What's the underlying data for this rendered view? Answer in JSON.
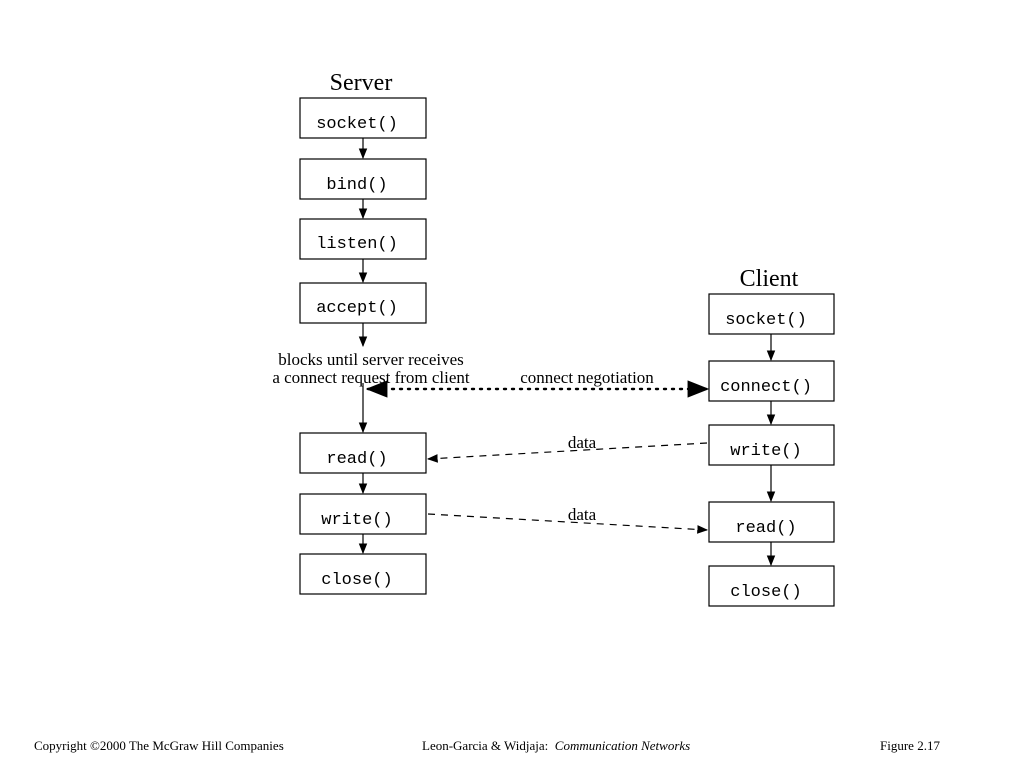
{
  "server": {
    "title": "Server",
    "steps": [
      "socket()",
      "bind()",
      "listen()",
      "accept()",
      "read()",
      "write()",
      "close()"
    ]
  },
  "client": {
    "title": "Client",
    "steps": [
      "socket()",
      "connect()",
      "write()",
      "read()",
      "close()"
    ]
  },
  "annotations": {
    "blocks_line1": "blocks until server receives",
    "blocks_line2": "a connect request from client",
    "connect_negotiation": "connect negotiation",
    "data_to_server": "data",
    "data_to_client": "data"
  },
  "footer": {
    "copyright": "Copyright ©2000 The McGraw Hill Companies",
    "authors": "Leon-Garcia & Widjaja:",
    "book": "Communication Networks",
    "figure": "Figure 2.17"
  }
}
